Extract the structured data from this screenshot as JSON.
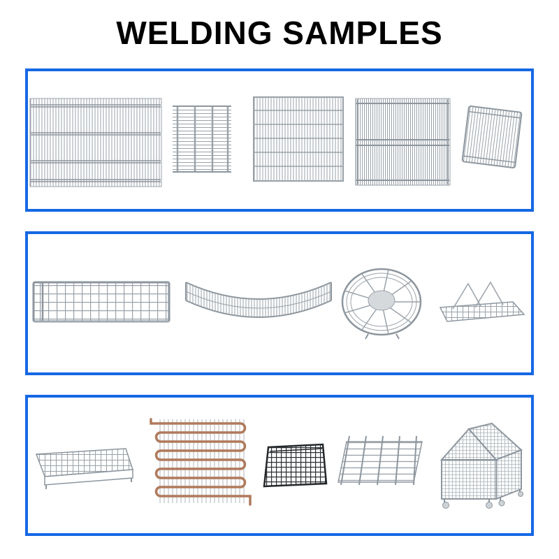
{
  "page": {
    "title": "WELDING SAMPLES"
  },
  "theme": {
    "background": "#ffffff",
    "title_color": "#000000",
    "row_border_blue": "#1568e4",
    "wire_gray": "#9aa2a9",
    "copper_tube": "#b07a5c",
    "dark_wire": "#2c3034"
  },
  "rows": [
    {
      "name": "row-1",
      "items": [
        "flat-wire-mesh-panel",
        "small-wire-grate",
        "square-wire-mesh",
        "dense-wire-grill",
        "tilted-wire-grill"
      ]
    },
    {
      "name": "row-2",
      "items": [
        "long-wire-tray",
        "curved-wire-guard",
        "round-fan-guard",
        "wire-rack-with-dividers"
      ]
    },
    {
      "name": "row-3",
      "items": [
        "perspective-wire-tray",
        "condenser-coil",
        "black-wire-basket",
        "wire-grid-rack",
        "wire-storage-cage"
      ]
    }
  ]
}
